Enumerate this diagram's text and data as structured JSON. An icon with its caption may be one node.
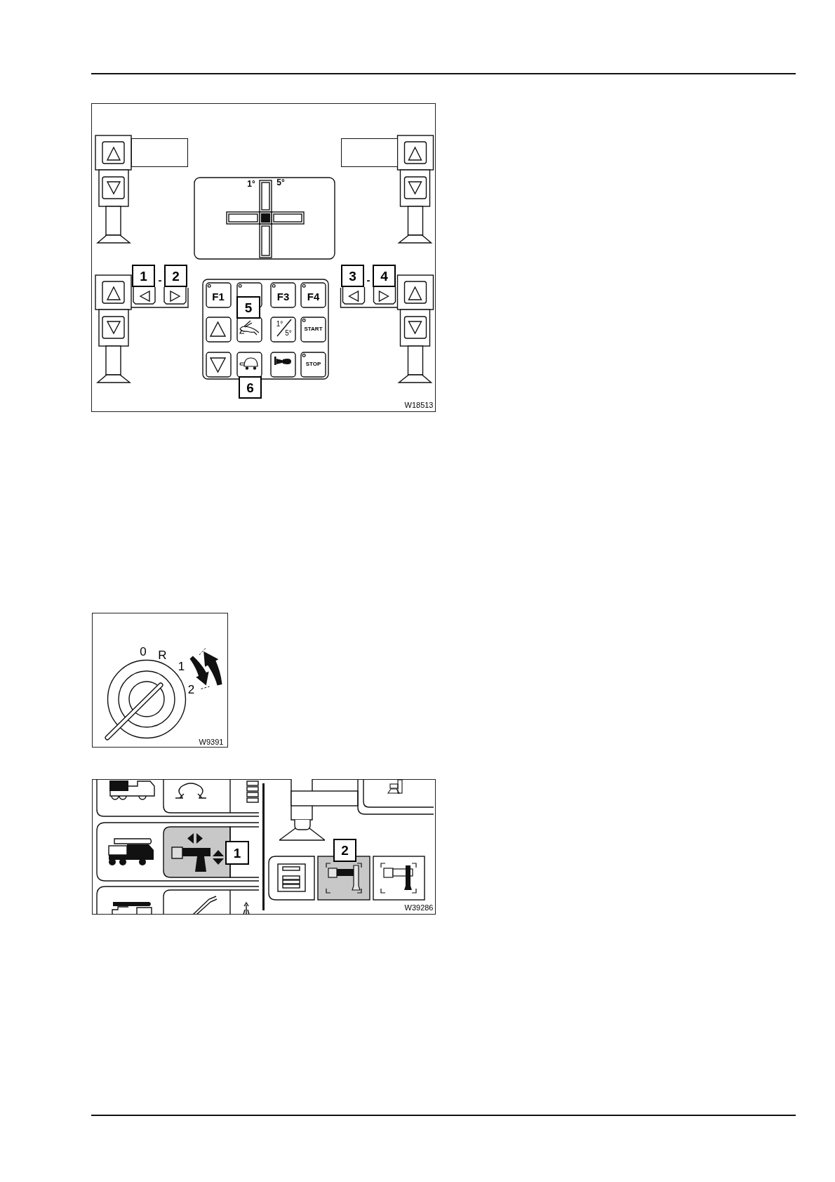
{
  "diagram": {
    "nodes": [
      {
        "text": [],
        "shape": "box"
      },
      {
        "text": [],
        "shape": "box"
      }
    ],
    "labels": [
      "1°",
      "5°",
      "1",
      "-",
      "2",
      "3",
      "-",
      "4",
      "F1",
      "F3",
      "F4",
      "5",
      "1°",
      "5°",
      "START",
      "STOP",
      "6",
      "W18513",
      "0",
      "R",
      "1",
      "2",
      "W9391",
      "1",
      "2",
      "W39286"
    ]
  }
}
